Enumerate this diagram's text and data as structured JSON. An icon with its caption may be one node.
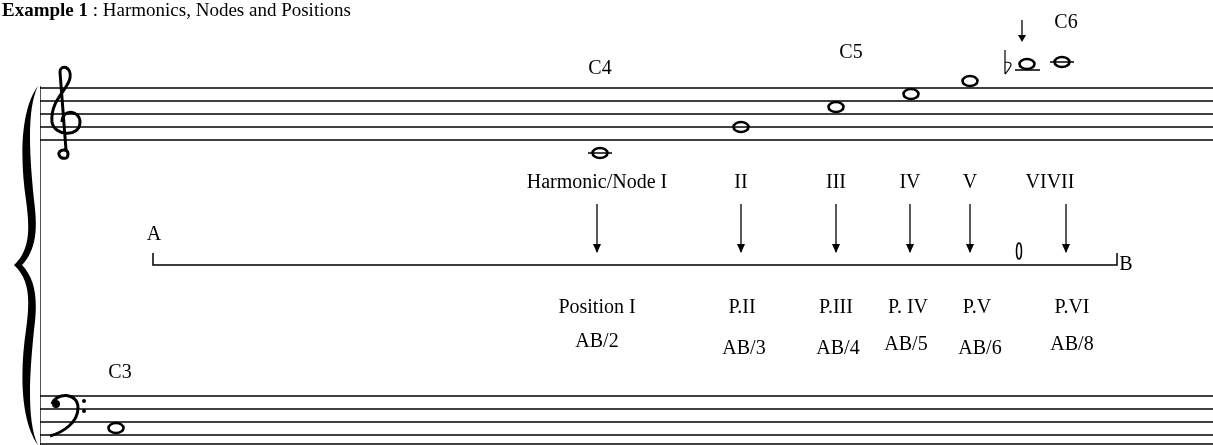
{
  "diagram": {
    "title": "**Example 1** : Harmonics, Nodes and Positions",
    "nodes": [
      {
        "text": [
          "Harmonic/Node I"
        ]
      },
      {
        "text": [
          "II"
        ]
      },
      {
        "text": [
          "III"
        ]
      },
      {
        "text": [
          "IV"
        ]
      },
      {
        "text": [
          "V"
        ]
      },
      {
        "text": [
          "VIVII"
        ]
      },
      {
        "text": [],
        "shape": "bar"
      }
    ],
    "edges": [
      {
        "from": 0,
        "to": 6,
        "arrow": "to"
      },
      {
        "from": 1,
        "to": 6,
        "arrow": "to"
      },
      {
        "from": 2,
        "to": 6,
        "arrow": "to"
      },
      {
        "from": 3,
        "to": 6,
        "arrow": "to"
      },
      {
        "from": 4,
        "to": 6,
        "arrow": "to"
      },
      {
        "from": 5,
        "to": 6,
        "arrow": "to"
      }
    ],
    "labels": [
      "C4",
      "C5",
      "C6",
      "A",
      "B",
      "Position I",
      "AB/2",
      "P.II",
      "AB/3",
      "P.III",
      "AB/4",
      "P. IV",
      "AB/5",
      "P.V",
      "AB/6",
      "P.VI",
      "AB/8",
      "C3"
    ]
  }
}
